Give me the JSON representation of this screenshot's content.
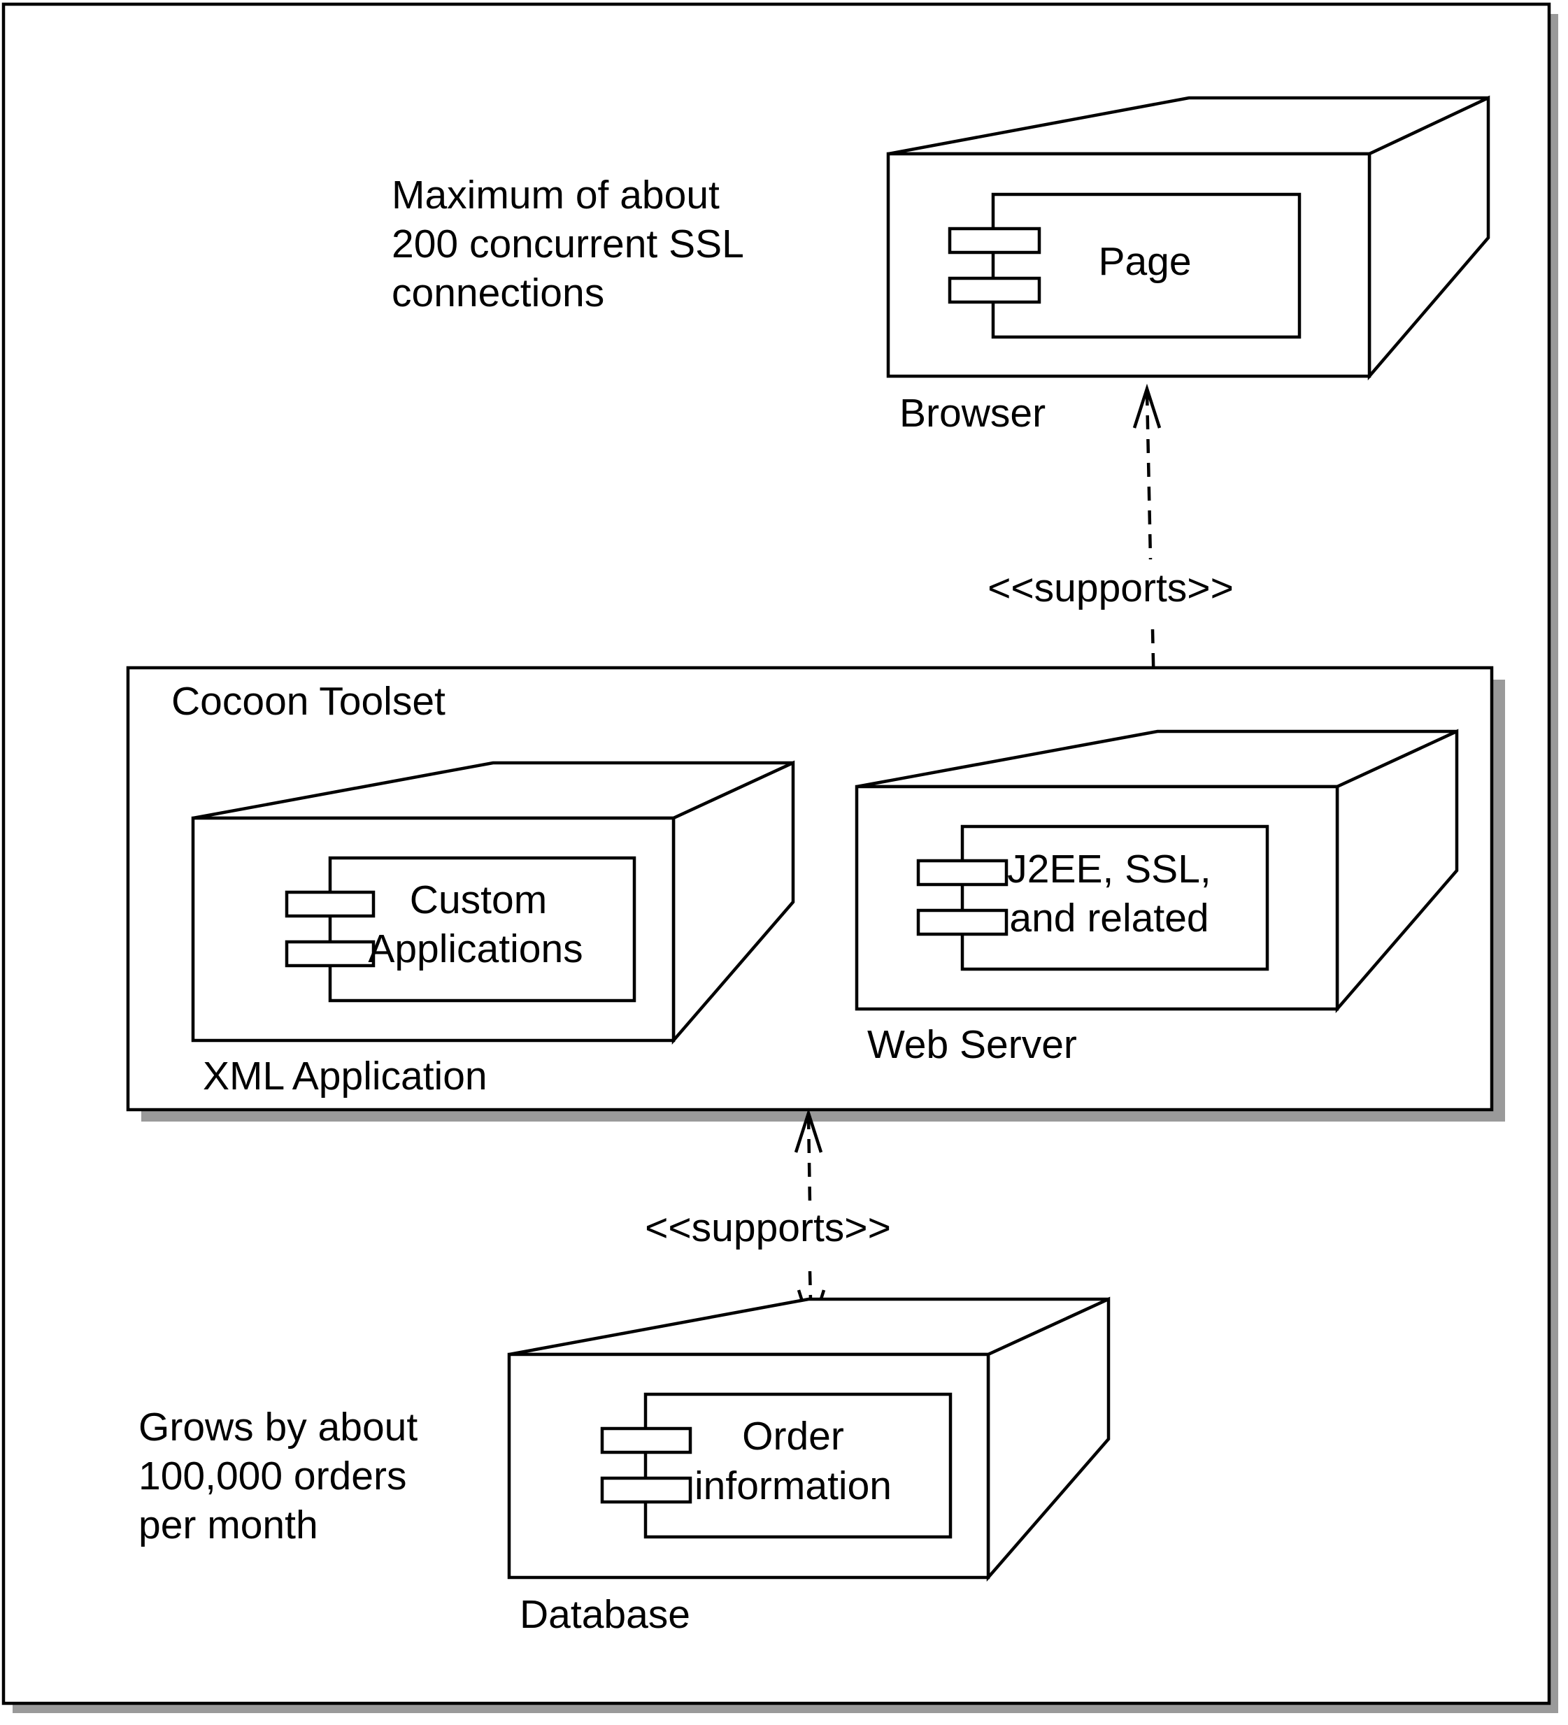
{
  "notes": {
    "ssl_limit": [
      "Maximum of about",
      "200 concurrent SSL",
      "connections"
    ],
    "db_growth": [
      "Grows by about",
      "100,000 orders",
      "per month"
    ]
  },
  "nodes": {
    "browser": {
      "label": "Browser",
      "component": [
        "Page"
      ]
    },
    "web_server": {
      "label": "Web Server",
      "component": [
        "J2EE, SSL,",
        "and related"
      ]
    },
    "xml_application": {
      "label": "XML Application",
      "component": [
        "Custom",
        "Applications"
      ]
    },
    "database": {
      "label": "Database",
      "component": [
        "Order",
        "information"
      ]
    }
  },
  "package": {
    "label": "Cocoon Toolset"
  },
  "connectors": {
    "browser_webserver": "<<supports>>",
    "toolset_database": "<<supports>>"
  }
}
